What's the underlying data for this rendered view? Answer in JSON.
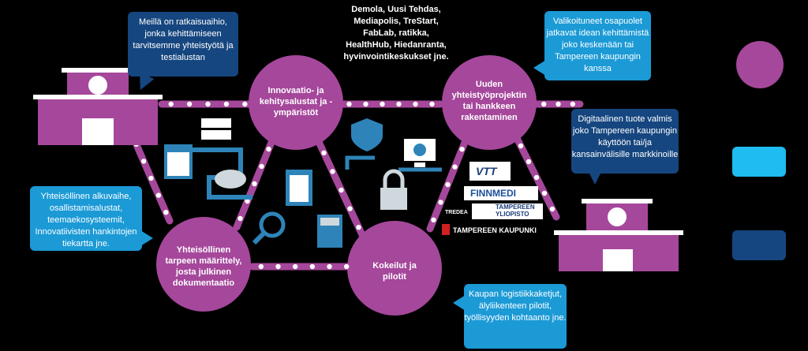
{
  "nodes": {
    "innovation": "Innovaatio- ja kehitysalustat ja -ympäristöt",
    "project": "Uuden yhteistyöprojektin tai hankkeen rakentaminen",
    "needs": "Yhteisöllinen tarpeen määrittely, josta julkinen dokumentaatio",
    "pilots": "Kokeilut ja pilotit"
  },
  "bubbles": {
    "top_left": "Meillä on ratkaisuaihio, jonka kehittämiseen tarvitsemme yhteistyötä ja testialustan",
    "top_right": "Valikoituneet osapuolet jatkavat idean kehittämistä joko keskenään tai Tampereen kaupungin kanssa",
    "right_mid": "Digitaalinen tuote valmis joko Tampereen kaupungin käyttöön tai/ja kansainvälisille markkinoille",
    "left_mid": "Yhteisöllinen alkuvaihe, osallistamisalustat, teemaekosysteemit, Innovatiivisten hankintojen tiekartta jne.",
    "bottom": "Kaupan logistiikkaketjut, älyliikenteen pilotit, työllisyyden kohtaanto jne."
  },
  "venues": "Demola, Uusi Tehdas, Mediapolis, TreStart, FabLab, ratikka, HealthHub, Hiedanranta, hyvinvointikeskukset jne.",
  "logos": {
    "vtt": "VTT",
    "finnmedi": "FINNMEDI",
    "tredea": "TREDEA",
    "uni_line1": "TAMPEREEN",
    "uni_line2": "YLIOPISTO",
    "city": "TAMPEREEN KAUPUNKI"
  },
  "colors": {
    "purple": "#a5479b",
    "dark_blue": "#16467f",
    "light_blue": "#1b9ad6",
    "icon_blue": "#2e84b8"
  },
  "legend": [
    "purple-circle",
    "light-blue-bubble",
    "dark-blue-bubble"
  ]
}
